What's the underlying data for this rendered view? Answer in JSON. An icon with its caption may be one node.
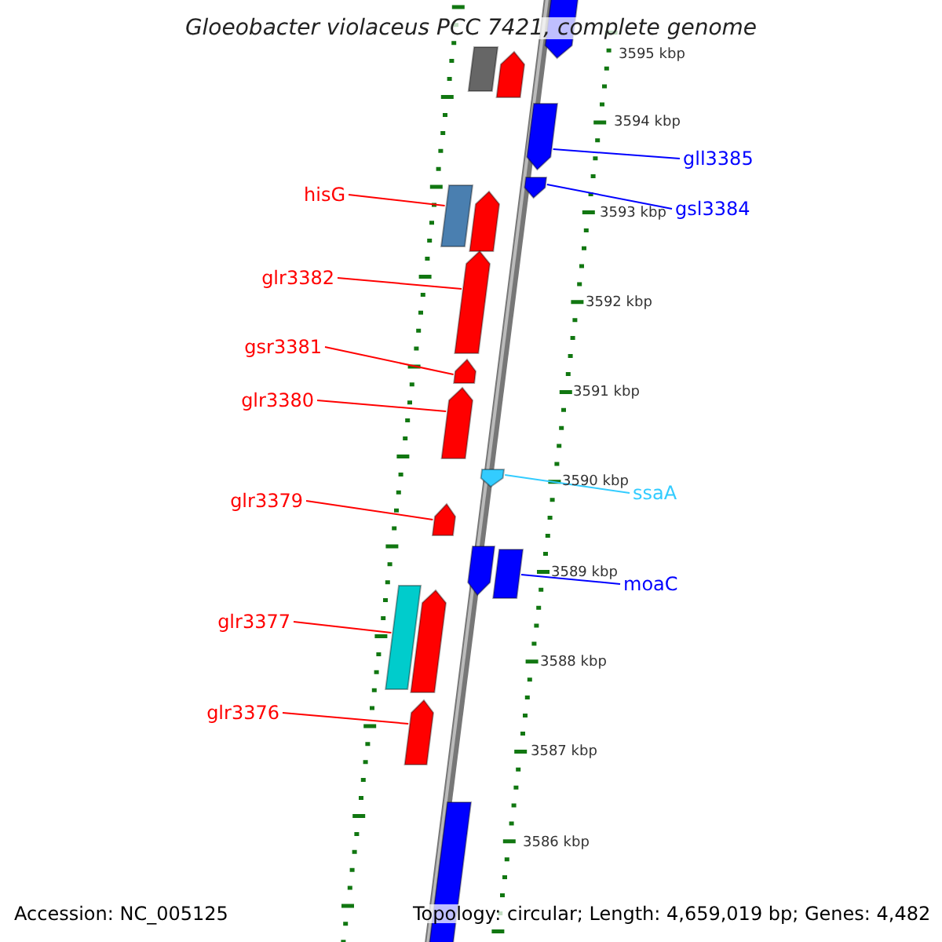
{
  "diagram": {
    "title": "Gloeobacter violaceus PCC 7421, complete genome",
    "nodes": [
      {
        "text": [],
        "shape": "bar"
      },
      {
        "text": [],
        "shape": "box"
      },
      {
        "text": [],
        "shape": "bar"
      },
      {
        "text": [],
        "shape": "bar"
      },
      {
        "text": [],
        "shape": "bar"
      },
      {
        "text": [],
        "shape": "box"
      },
      {
        "text": [],
        "shape": "bar"
      },
      {
        "text": [],
        "shape": "bar"
      },
      {
        "text": [],
        "shape": "bar"
      },
      {
        "text": [],
        "shape": "bar"
      },
      {
        "text": [],
        "shape": "bar"
      },
      {
        "text": [],
        "shape": "bar"
      },
      {
        "text": [],
        "shape": "bar"
      },
      {
        "text": [],
        "shape": "box"
      },
      {
        "text": [],
        "shape": "box"
      },
      {
        "text": [],
        "shape": "bar"
      },
      {
        "text": [],
        "shape": "bar"
      },
      {
        "text": [],
        "shape": "box"
      },
      {
        "text": [
          "gll3385"
        ]
      },
      {
        "text": [
          "hisG"
        ]
      },
      {
        "text": [
          "gsl3384"
        ]
      },
      {
        "text": [
          "glr3382"
        ]
      },
      {
        "text": [
          "gsr3381"
        ]
      },
      {
        "text": [
          "glr3380"
        ]
      },
      {
        "text": [
          "ssaA"
        ]
      },
      {
        "text": [
          "glr3379"
        ]
      },
      {
        "text": [
          "moaC"
        ]
      },
      {
        "text": [
          "glr3377"
        ]
      },
      {
        "text": [
          "glr3376"
        ]
      }
    ],
    "edges": [
      {
        "from": 18,
        "to": 3,
        "arrow": "none",
        "color": "#0000ff"
      },
      {
        "from": 19,
        "to": 5,
        "arrow": "none"
      },
      {
        "from": 20,
        "to": 4,
        "arrow": "none",
        "color": "#0000ff"
      },
      {
        "from": 21,
        "to": 7,
        "arrow": "none"
      },
      {
        "from": 22,
        "to": 8,
        "arrow": "none"
      },
      {
        "from": 23,
        "to": 9,
        "arrow": "none"
      },
      {
        "from": 24,
        "to": 10,
        "arrow": "none",
        "color": "#33ccff"
      },
      {
        "from": 25,
        "to": 11,
        "arrow": "none"
      },
      {
        "from": 26,
        "to": 13,
        "arrow": "none",
        "color": "#0000ff"
      },
      {
        "from": 27,
        "to": 14,
        "arrow": "none"
      },
      {
        "from": 28,
        "to": 16,
        "arrow": "none"
      }
    ],
    "labels": [
      "3595 kbp",
      "3594 kbp",
      "3593 kbp",
      "3592 kbp",
      "3591 kbp",
      "3590 kbp",
      "3589 kbp",
      "3588 kbp",
      "3587 kbp",
      "3586 kbp",
      "Accession: NC_005125",
      "Topology: circular; Length: 4,659,019 bp; Genes: 4,482"
    ]
  }
}
